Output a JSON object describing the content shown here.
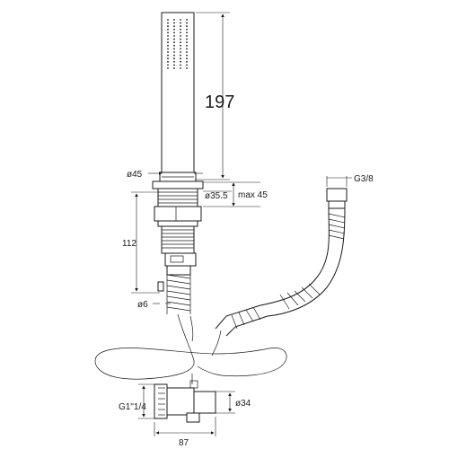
{
  "dimensions": {
    "handset_length": "197",
    "handset_diameter": "ø45",
    "spout_diameter": "ø35.5",
    "max_thickness": "max 45",
    "body_height": "112",
    "nozzle_diameter": "ø6",
    "hose_thread": "G3/8",
    "outlet_thread": "G1\"1/4",
    "outlet_diameter": "ø34",
    "outlet_length": "87"
  }
}
